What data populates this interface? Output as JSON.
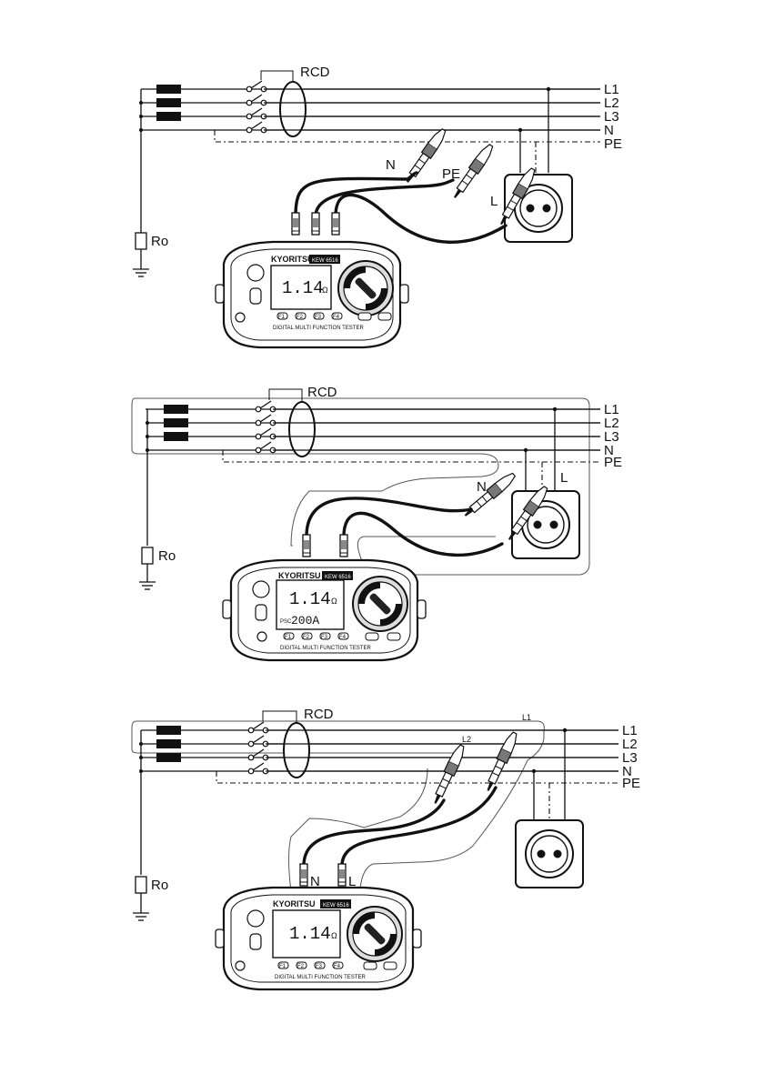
{
  "bus_labels": [
    "L1",
    "L2",
    "L3",
    "N",
    "PE"
  ],
  "rcd_label": "RCD",
  "earth_resistor_label": "Ro",
  "instrument": {
    "brand": "KYORITSU",
    "model": "KEW 6516",
    "reading": "1.14",
    "unit": "Ω",
    "psc_label": "PSC",
    "psc_value": "200A",
    "panel_text": "DIGITAL MULTI FUNCTION TESTER",
    "buttons": [
      "F1",
      "F2",
      "F3",
      "F4"
    ]
  },
  "diagram1": {
    "probe_labels": {
      "n": "N",
      "pe": "PE",
      "l": "L"
    }
  },
  "diagram2": {
    "probe_labels": {
      "n": "N",
      "l": "L"
    }
  },
  "diagram3": {
    "probe_labels": {
      "l1": "L1",
      "l2": "L2",
      "n": "N",
      "l": "L"
    }
  }
}
